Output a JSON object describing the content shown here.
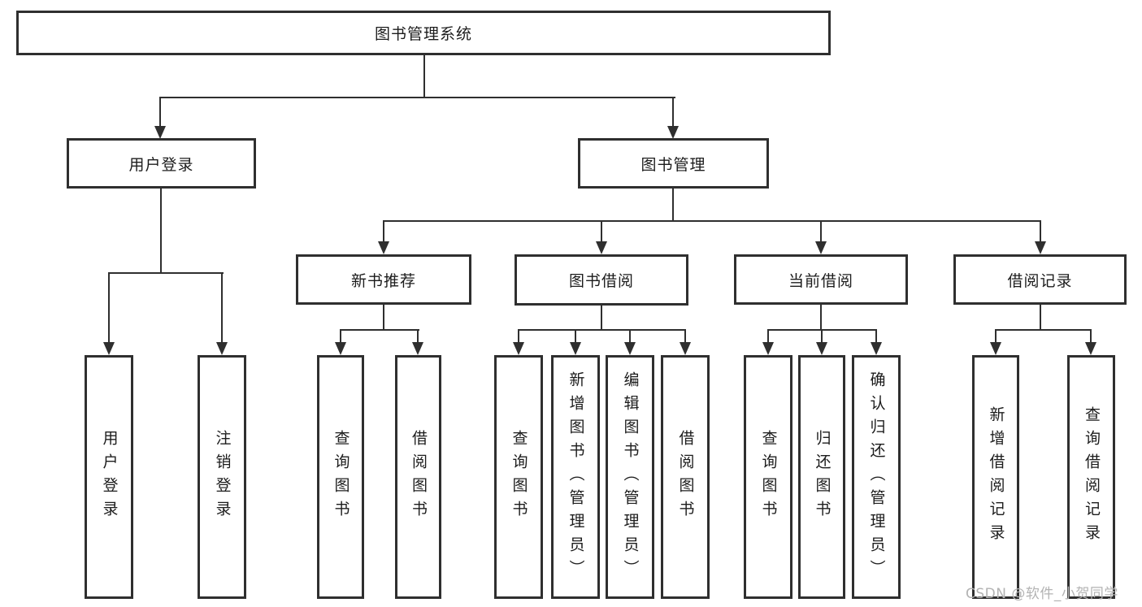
{
  "tree": {
    "root": {
      "label": "图书管理系统"
    },
    "branches": [
      {
        "label": "用户登录",
        "children": [
          {
            "label": "用户登录"
          },
          {
            "label": "注销登录"
          }
        ]
      },
      {
        "label": "图书管理",
        "groups": [
          {
            "label": "新书推荐",
            "children": [
              {
                "label": "查询图书"
              },
              {
                "label": "借阅图书"
              }
            ]
          },
          {
            "label": "图书借阅",
            "children": [
              {
                "label": "查询图书"
              },
              {
                "label": "新增图书（管理员）"
              },
              {
                "label": "编辑图书（管理员）"
              },
              {
                "label": "借阅图书"
              }
            ]
          },
          {
            "label": "当前借阅",
            "children": [
              {
                "label": "查询图书"
              },
              {
                "label": "归还图书"
              },
              {
                "label": "确认归还（管理员）"
              }
            ]
          },
          {
            "label": "借阅记录",
            "children": [
              {
                "label": "新增借阅记录"
              },
              {
                "label": "查询借阅记录"
              }
            ]
          }
        ]
      }
    ]
  },
  "watermark": {
    "text": "CSDN @软件_小贺同学"
  },
  "colors": {
    "line": "#2f2f2f",
    "text": "#1c1c1c",
    "background": "#ffffff",
    "watermark": "#b3b3b3"
  }
}
